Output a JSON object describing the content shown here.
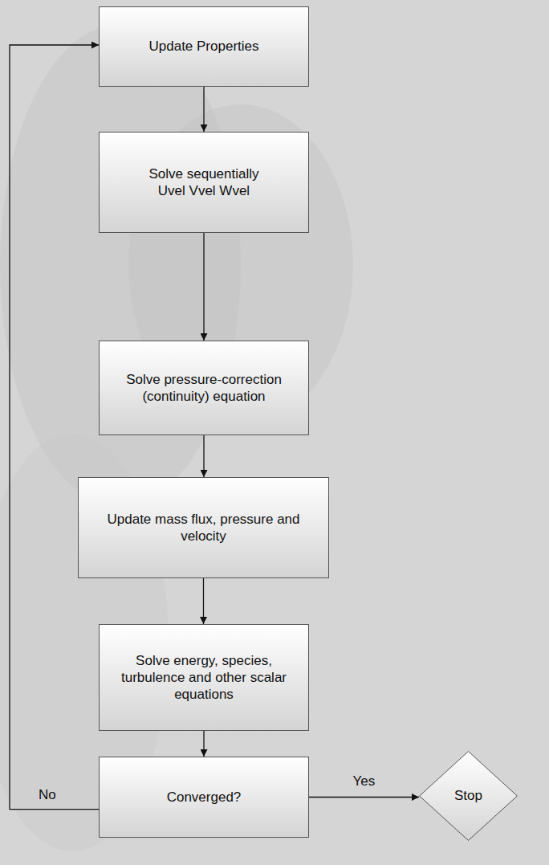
{
  "diagram": {
    "nodes": [
      {
        "text": [
          "Update Properties"
        ]
      },
      {
        "text": [
          "Solve sequentially",
          "Uvel Vvel Wvel"
        ]
      },
      {
        "text": [
          "Solve pressure-correction (continuity) equation"
        ]
      },
      {
        "text": [
          "Update mass flux, pressure and velocity"
        ]
      },
      {
        "text": [
          "Solve energy, species, turbulence and other scalar equations"
        ]
      },
      {
        "text": [
          "Converged?"
        ]
      },
      {
        "text": [
          "Stop"
        ]
      }
    ],
    "edges": [
      {
        "from": 0,
        "to": 1,
        "arrow": "to"
      },
      {
        "from": 1,
        "to": 2,
        "arrow": "to"
      },
      {
        "from": 2,
        "to": 3,
        "arrow": "to"
      },
      {
        "from": 3,
        "to": 4,
        "arrow": "to"
      },
      {
        "from": 4,
        "to": 5,
        "arrow": "to"
      },
      {
        "from": 5,
        "to": 0,
        "label": "No",
        "arrow": "to"
      },
      {
        "from": 5,
        "to": 6,
        "label": "Yes",
        "arrow": "to"
      }
    ]
  }
}
